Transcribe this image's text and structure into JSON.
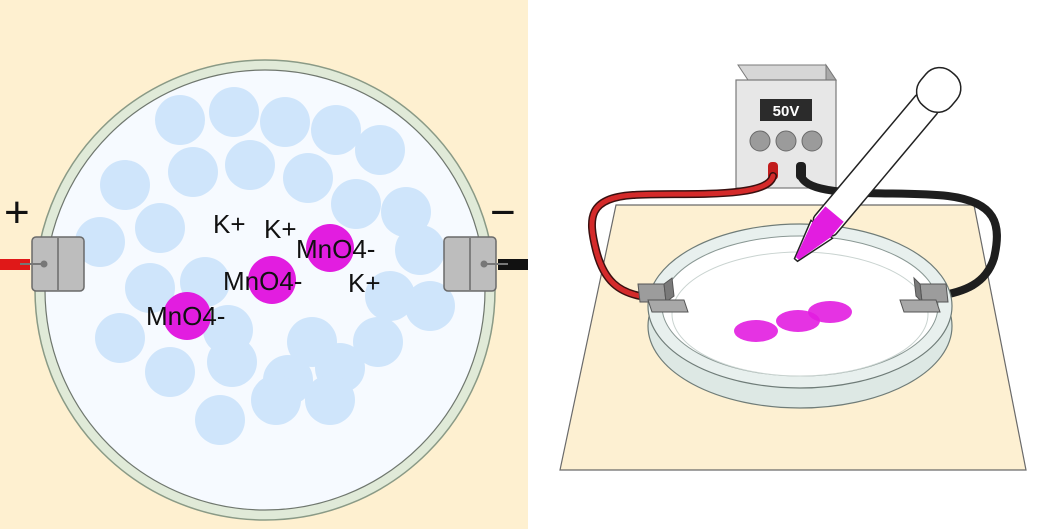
{
  "colors": {
    "panel_background": "#fef0d0",
    "dish_fill": "#f6faff",
    "dish_rim": "#dfe9d8",
    "particle_light_blue": "#cfe5fb",
    "ion_magenta": "#e21de0",
    "positive_wire": "#d42a2a",
    "negative_wire": "#1e1e1e",
    "paper": "#fdf0d2"
  },
  "left_diagram": {
    "positive_terminal": "+",
    "negative_terminal": "−",
    "ion_labels": {
      "k_plus_1": "K+",
      "k_plus_2": "K+",
      "k_plus_3": "K+",
      "mno4_top": "MnO4-",
      "mno4_middle": "MnO4-",
      "mno4_bottom": "MnO4-"
    }
  },
  "right_diagram": {
    "power_supply_display": "50V",
    "knobs": [
      "knob-left",
      "knob-middle",
      "knob-right"
    ],
    "icons": [
      "dropper-icon",
      "petri-dish-icon",
      "power-supply-icon"
    ]
  }
}
